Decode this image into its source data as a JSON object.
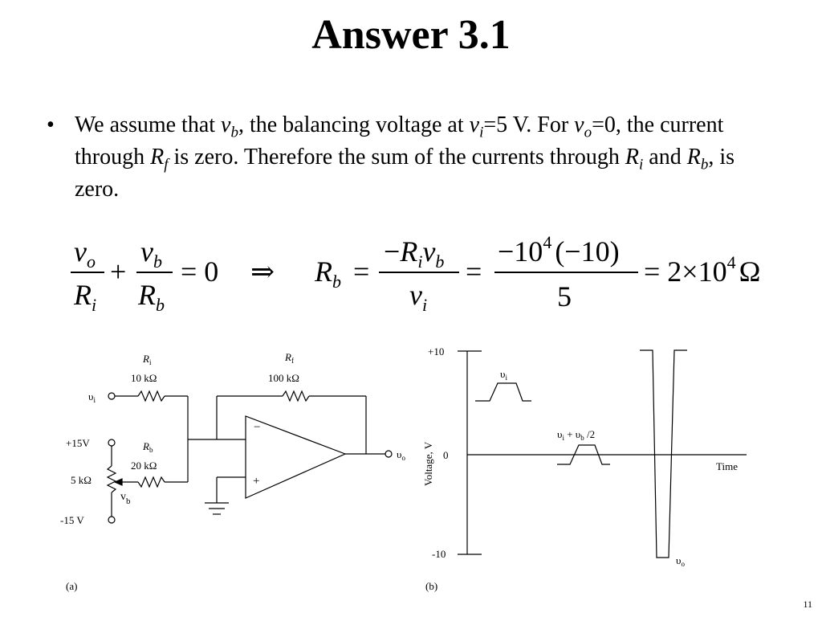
{
  "slide": {
    "title": "Answer 3.1",
    "page_number": "11"
  },
  "bullet": {
    "marker": "•",
    "t1": "We assume that ",
    "v1": "v",
    "v1_sub": "b",
    "t2": ", the balancing voltage at ",
    "v2": "v",
    "v2_sub": "i",
    "t3": "=5 V. For ",
    "v3": "v",
    "v3_sub": "o",
    "t4": "=0, the current through ",
    "v4": "R",
    "v4_sub": "f",
    "t5": " is zero. Therefore the sum of the currents through ",
    "v5": "R",
    "v5_sub": "i",
    "t6": " and ",
    "v6": "R",
    "v6_sub": "b",
    "t7": ", is zero."
  },
  "equation": {
    "f1_num": "v",
    "f1_num_sub": "o",
    "f1_den": "R",
    "f1_den_sub": "i",
    "plus": "+",
    "f2_num": "v",
    "f2_num_sub": "b",
    "f2_den": "R",
    "f2_den_sub": "b",
    "eq1": "= 0",
    "implies": "⇒",
    "lhs": "R",
    "lhs_sub": "b",
    "eq2": "=",
    "f3_num_minus": "−",
    "f3_num_R": "R",
    "f3_num_R_sub": "i",
    "f3_num_v": "v",
    "f3_num_v_sub": "b",
    "f3_den": "v",
    "f3_den_sub": "i",
    "eq3": "=",
    "f4_num_a": "−10",
    "f4_num_exp": "4",
    "f4_num_b": "(−10)",
    "f4_den": "5",
    "eq4": "= 2×10",
    "eq4_exp": "4",
    "eq4_unit": "Ω"
  },
  "circuit": {
    "ri_label": "R",
    "ri_sub": "i",
    "ri_value": "10 kΩ",
    "rf_label": "R",
    "rf_sub": "f",
    "rf_value": "100 kΩ",
    "rb_label": "R",
    "rb_sub": "b",
    "rb_value": "20 kΩ",
    "vi_label": "υ",
    "vi_sub": "i",
    "vo_label": "υ",
    "vo_sub": "o",
    "pos_supply": "+15V",
    "neg_supply": "-15 V",
    "pot_value": "5 kΩ",
    "vb_label": "v",
    "vb_sub": "b",
    "minus_input": "−",
    "plus_input": "+",
    "caption": "(a)"
  },
  "graph": {
    "y_top": "+10",
    "y_mid": "0",
    "y_bot": "-10",
    "ylabel": "Voltage, V",
    "xlabel": "Time",
    "vi_label": "υ",
    "vi_sub": "i",
    "sum_a": "υ",
    "sum_a_sub": "i",
    "sum_plus": " + ",
    "sum_b": "υ",
    "sum_b_sub": "b",
    "sum_div": " /2",
    "vo_label": "υ",
    "vo_sub": "o",
    "caption": "(b)"
  }
}
